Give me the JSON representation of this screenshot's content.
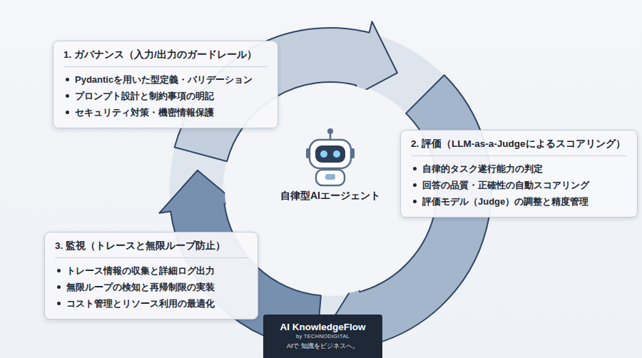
{
  "diagram": {
    "nodes": [
      {
        "text": [
          "1. ガバナンス（入力/出力のガードレール）",
          "Pydanticを用いた型定義・バリデーション",
          "プロンプト設計と制約事項の明記",
          "セキュリティ対策・機密情報保護"
        ]
      },
      {
        "text": [
          "2. 評価（LLM-as-a-Judgeによるスコアリング）",
          "自律的タスク遂行能力の判定",
          "回答の品質・正確性の自動スコアリング",
          "評価モデル（Judge）の調整と精度管理"
        ]
      },
      {
        "text": [
          "3. 監視（トレースと無限ループ防止）",
          "トレース情報の収集と詳細ログ出力",
          "無限ループの検知と再帰制限の実装",
          "コスト管理とリソース利用の最適化"
        ]
      },
      {
        "text": [
          "AI KnowledgeFlow",
          "by TECHNODIGITAL",
          "AIで 知識をビジネスへ。"
        ]
      }
    ],
    "labels": [
      "自律型AIエージェント"
    ]
  }
}
